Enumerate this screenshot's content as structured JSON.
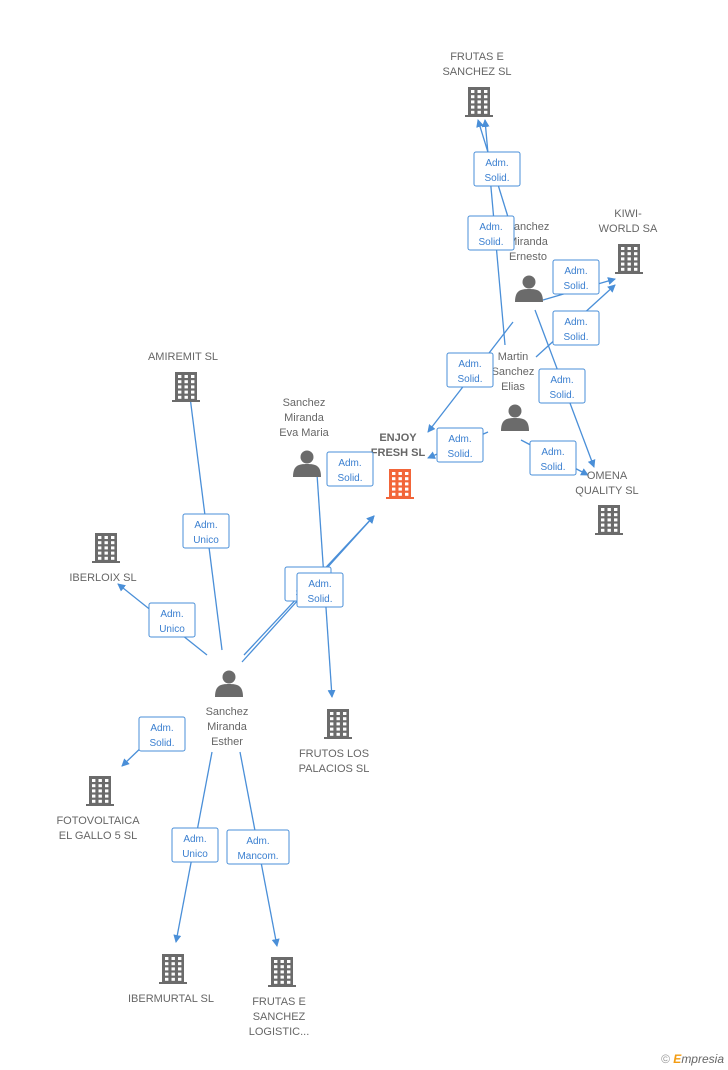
{
  "colors": {
    "edge": "#4a8fd8",
    "node_gray": "#6b6b6b",
    "node_focus": "#f26539",
    "label": "#666666"
  },
  "nodes": [
    {
      "id": "frutas_sanchez",
      "type": "company",
      "lines": [
        "FRUTAS E",
        "SANCHEZ SL"
      ],
      "icon": "building-icon"
    },
    {
      "id": "kiwi_world",
      "type": "company",
      "lines": [
        "KIWI-",
        "WORLD SA"
      ],
      "icon": "building-icon"
    },
    {
      "id": "ernesto",
      "type": "person",
      "lines": [
        "Sanchez",
        "Miranda",
        "Ernesto"
      ],
      "icon": "person-icon"
    },
    {
      "id": "elias",
      "type": "person",
      "lines": [
        "Martin",
        "Sanchez",
        "Elias"
      ],
      "icon": "person-icon"
    },
    {
      "id": "amiremit",
      "type": "company",
      "lines": [
        "AMIREMIT SL"
      ],
      "icon": "building-icon"
    },
    {
      "id": "eva",
      "type": "person",
      "lines": [
        "Sanchez",
        "Miranda",
        "Eva Maria"
      ],
      "icon": "person-icon"
    },
    {
      "id": "enjoy",
      "type": "focus",
      "lines": [
        "ENJOY",
        "FRESH SL"
      ],
      "icon": "building-icon"
    },
    {
      "id": "omena",
      "type": "company",
      "lines": [
        "OMENA",
        "QUALITY SL"
      ],
      "icon": "building-icon"
    },
    {
      "id": "iberloix",
      "type": "company",
      "lines": [
        "IBERLOIX SL"
      ],
      "icon": "building-icon"
    },
    {
      "id": "esther",
      "type": "person",
      "lines": [
        "Sanchez",
        "Miranda",
        "Esther"
      ],
      "icon": "person-icon"
    },
    {
      "id": "frutos",
      "type": "company",
      "lines": [
        "FRUTOS LOS",
        "PALACIOS SL"
      ],
      "icon": "building-icon"
    },
    {
      "id": "fotovoltaica",
      "type": "company",
      "lines": [
        "FOTOVOLTAICA",
        "EL GALLO 5 SL"
      ],
      "icon": "building-icon"
    },
    {
      "id": "ibermurtal",
      "type": "company",
      "lines": [
        "IBERMURTAL SL"
      ],
      "icon": "building-icon"
    },
    {
      "id": "frutas_logistic",
      "type": "company",
      "lines": [
        "FRUTAS E",
        "SANCHEZ",
        "LOGISTIC..."
      ],
      "icon": "building-icon"
    }
  ],
  "edges": [
    {
      "id": "e1",
      "lines": [
        "Adm.",
        "Solid."
      ]
    },
    {
      "id": "e2",
      "lines": [
        "Adm.",
        "Solid."
      ]
    },
    {
      "id": "e3",
      "lines": [
        "Adm.",
        "Solid."
      ]
    },
    {
      "id": "e4",
      "lines": [
        "Adm.",
        "Solid."
      ]
    },
    {
      "id": "e5",
      "lines": [
        "Adm.",
        "Solid."
      ]
    },
    {
      "id": "e6",
      "lines": [
        "Adm.",
        "Solid."
      ]
    },
    {
      "id": "e7",
      "lines": [
        "Adm.",
        "Solid."
      ]
    },
    {
      "id": "e8",
      "lines": [
        "Adm.",
        "Solid."
      ]
    },
    {
      "id": "e9",
      "lines": [
        "Adm.",
        "Solid."
      ]
    },
    {
      "id": "e10",
      "lines": [
        "Adm.",
        "Unico"
      ]
    },
    {
      "id": "e11",
      "lines": [
        "Adm.",
        "Unico"
      ]
    },
    {
      "id": "e12",
      "lines": [
        "Adm.",
        "Solid."
      ]
    },
    {
      "id": "e13",
      "lines": [
        "Adm.",
        "Solid."
      ]
    },
    {
      "id": "e14",
      "lines": [
        "Adm.",
        "Solid."
      ]
    },
    {
      "id": "e15",
      "lines": [
        "Adm.",
        "Unico"
      ]
    },
    {
      "id": "e16",
      "lines": [
        "Adm.",
        "Mancom."
      ]
    }
  ],
  "footer": {
    "copyright": "©",
    "brand_first": "E",
    "brand_rest": "mpresia"
  }
}
